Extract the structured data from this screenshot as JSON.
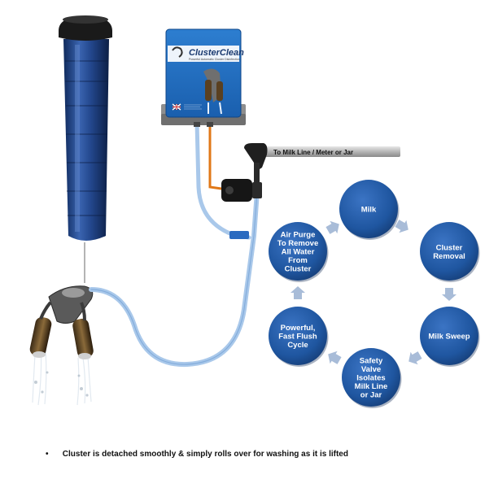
{
  "device": {
    "brand": "ClusterClean",
    "tagline": "Powerful Automatic Cluster Disinfection",
    "flag_icon": "uk-flag-icon"
  },
  "pipe_label": "To Milk Line / Meter or Jar",
  "cycle": {
    "color_node": "#1f56a0",
    "color_arrow": "#a8bcd8",
    "steps": [
      {
        "id": "milk",
        "lines": [
          "Milk"
        ]
      },
      {
        "id": "cluster-removal",
        "lines": [
          "Cluster",
          "Removal"
        ]
      },
      {
        "id": "milk-sweep",
        "lines": [
          "Milk Sweep"
        ]
      },
      {
        "id": "safety-valve",
        "lines": [
          "Safety",
          "Valve",
          "Isolates",
          "Milk Line",
          "or Jar"
        ]
      },
      {
        "id": "fast-flush",
        "lines": [
          "Powerful,",
          "Fast Flush",
          "Cycle"
        ]
      },
      {
        "id": "air-purge",
        "lines": [
          "Air Purge",
          "To Remove",
          "All Water",
          "From",
          "Cluster"
        ]
      }
    ]
  },
  "caption": {
    "bullet": "•",
    "text": "Cluster is detached smoothly & simply rolls over for washing as it is lifted"
  }
}
